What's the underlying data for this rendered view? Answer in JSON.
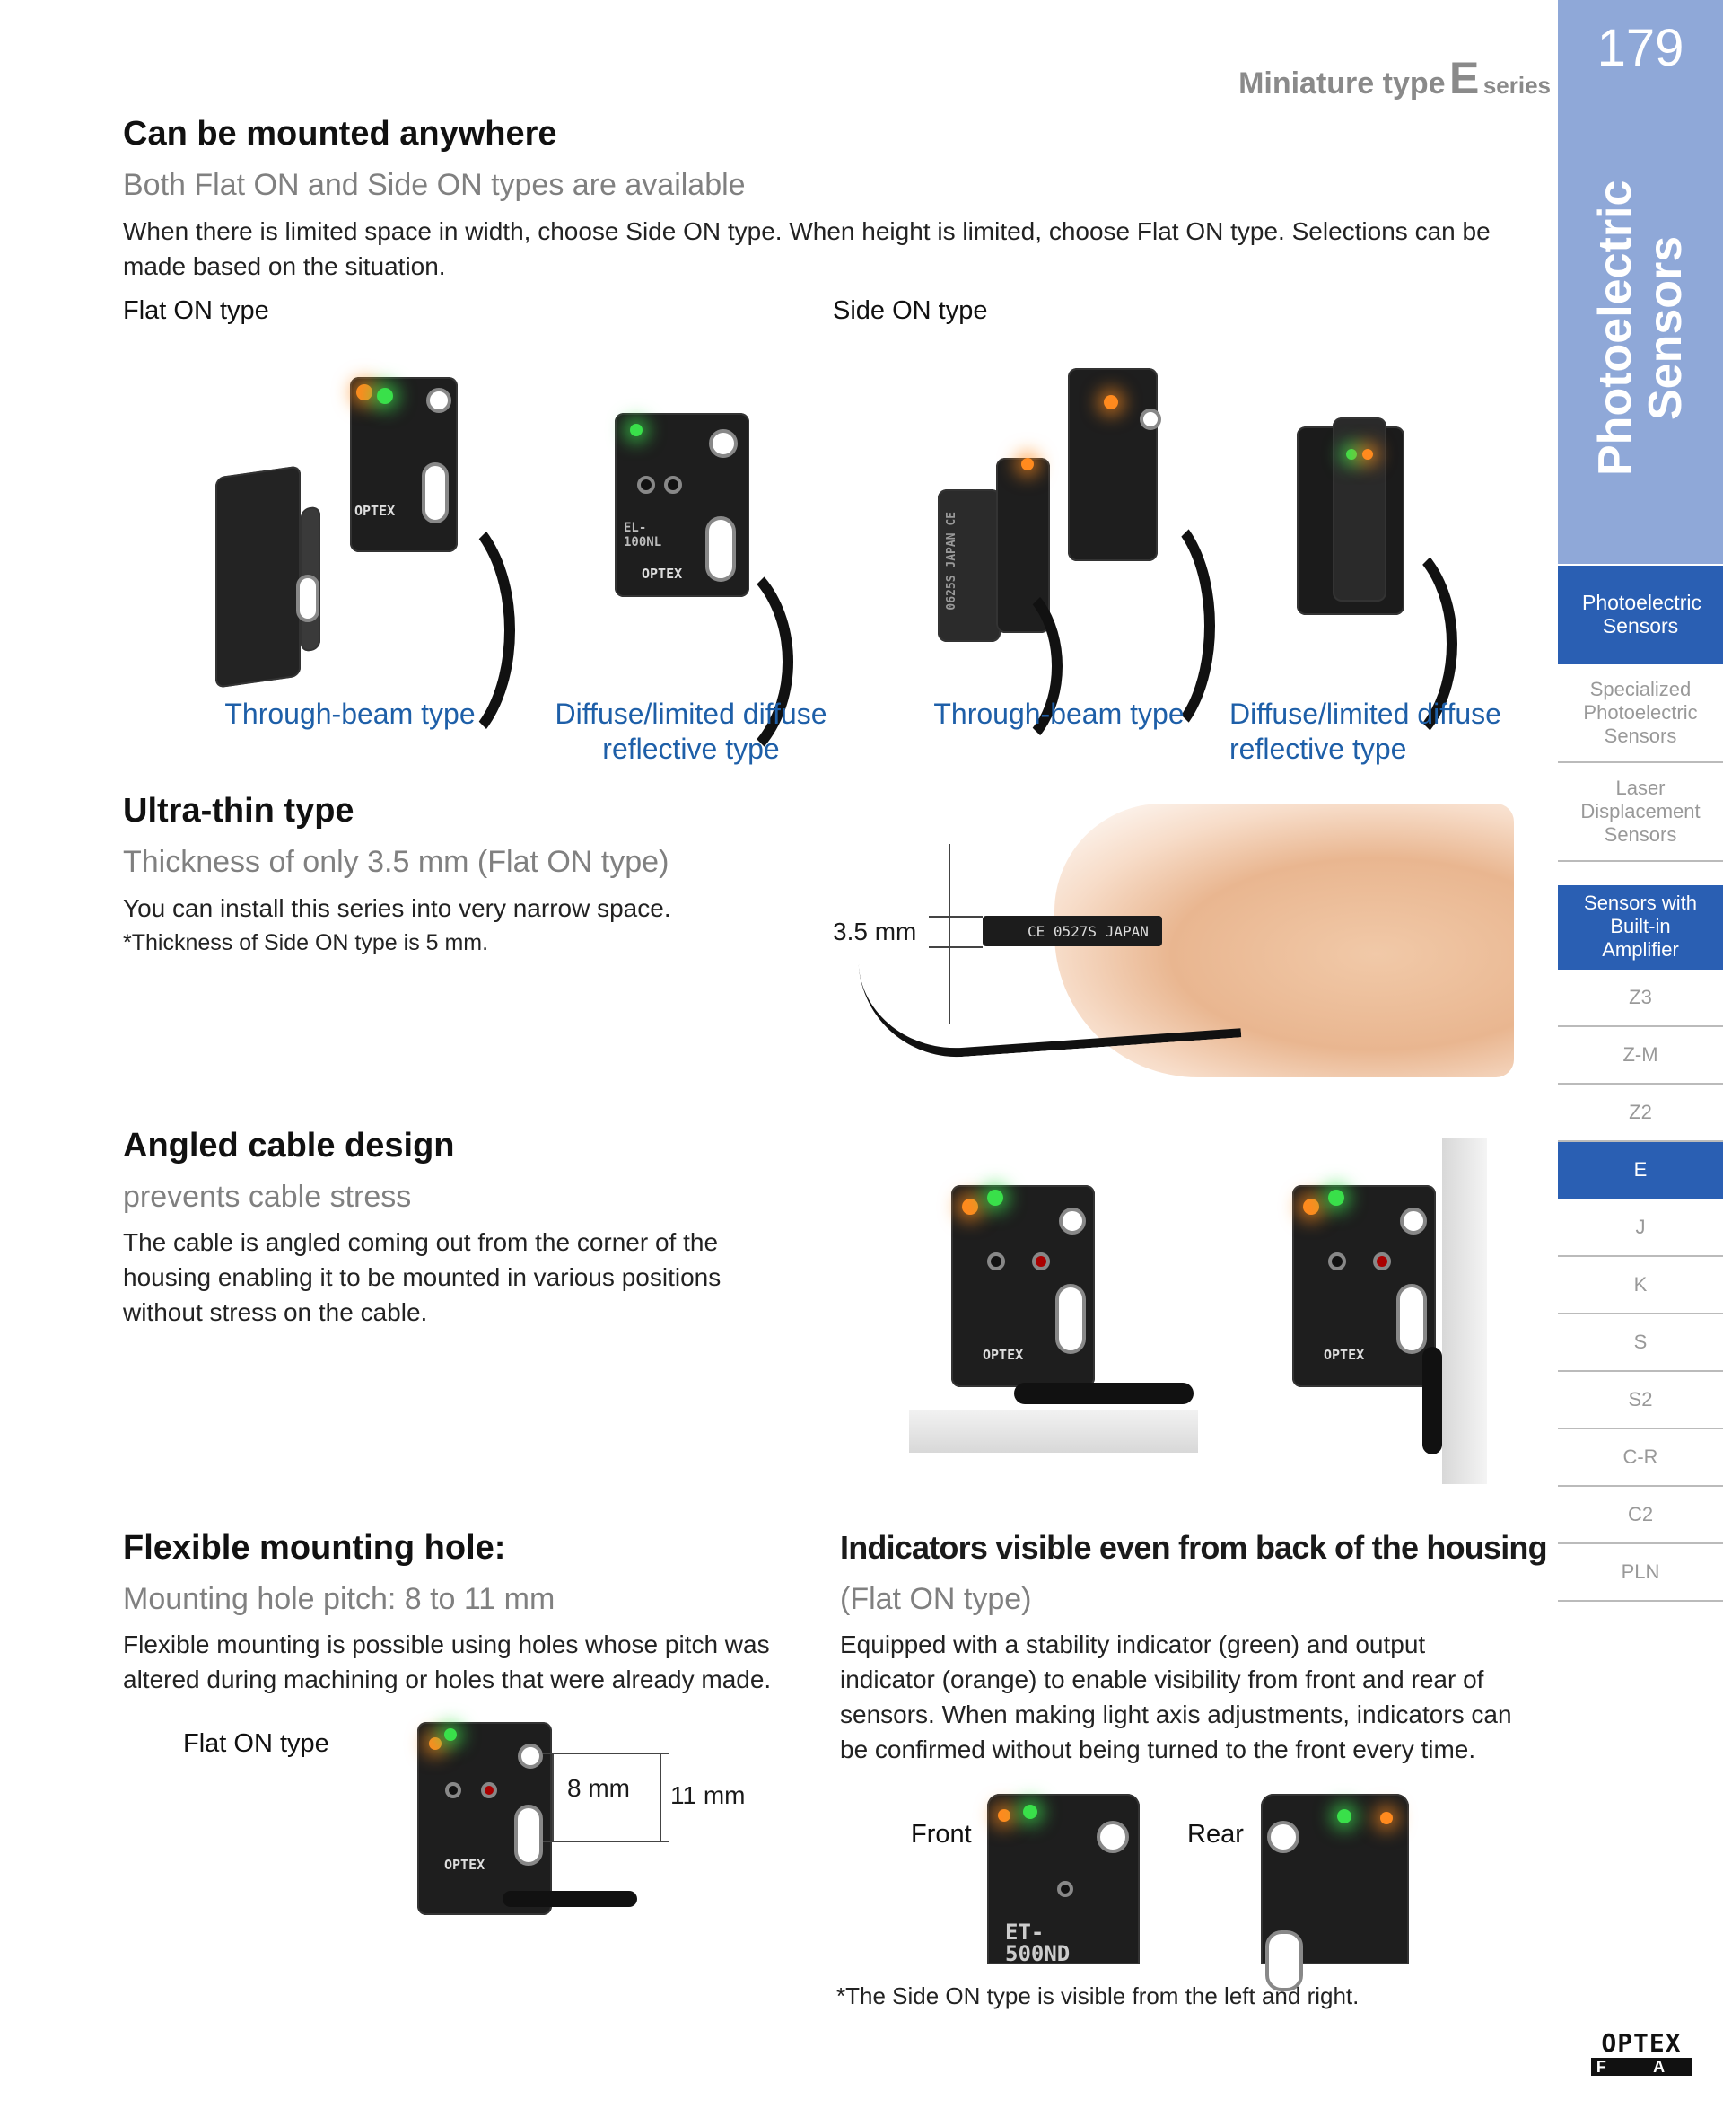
{
  "header": {
    "series_prefix": "Miniature type",
    "series_letter": "E",
    "series_suffix": "series"
  },
  "sidebar": {
    "page_number": "179",
    "vertical_title_line1": "Photoelectric",
    "vertical_title_line2": "Sensors",
    "items": [
      {
        "label": "Photoelectric Sensors",
        "active": true
      },
      {
        "label": "Specialized Photoelectric Sensors",
        "active": false
      },
      {
        "label": "Laser Displacement Sensors",
        "active": false
      },
      {
        "label": "Sensors with Built-in Amplifier",
        "active": true
      },
      {
        "label": "Z3",
        "active": false
      },
      {
        "label": "Z-M",
        "active": false
      },
      {
        "label": "Z2",
        "active": false
      },
      {
        "label": "E",
        "active": true
      },
      {
        "label": "J",
        "active": false
      },
      {
        "label": "K",
        "active": false
      },
      {
        "label": "S",
        "active": false
      },
      {
        "label": "S2",
        "active": false
      },
      {
        "label": "C-R",
        "active": false
      },
      {
        "label": "C2",
        "active": false
      },
      {
        "label": "PLN",
        "active": false
      }
    ]
  },
  "section1": {
    "title": "Can be mounted anywhere",
    "subtitle": "Both Flat ON and Side ON types are available",
    "body": "When there is limited space in width, choose Side ON type. When height is limited, choose Flat ON type. Selections can be made based on the situation.",
    "flat_label": "Flat ON type",
    "side_label": "Side ON type",
    "captions": [
      "Through-beam type",
      "Diffuse/limited diffuse reflective type",
      "Through-beam type",
      "Diffuse/limited diffuse reflective type"
    ]
  },
  "section2": {
    "title": "Ultra-thin type",
    "subtitle": "Thickness of only 3.5 mm (Flat ON type)",
    "body": "You can install this series into very narrow space.",
    "note": "*Thickness of Side ON type is 5 mm.",
    "dimension": "3.5 mm"
  },
  "section3": {
    "title": "Angled cable design",
    "subtitle": "prevents cable stress",
    "body": "The cable is angled coming out from the corner of the housing enabling it to be mounted in various positions without stress on the cable."
  },
  "section4": {
    "title": "Flexible mounting hole:",
    "subtitle": "Mounting hole pitch: 8 to 11 mm",
    "body": "Flexible mounting is possible using holes whose pitch was altered during machining or holes that were already made.",
    "type_label": "Flat ON type",
    "dim_8": "8 mm",
    "dim_11": "11 mm"
  },
  "section5": {
    "title": "Indicators visible even from back of the housing",
    "subtitle": "(Flat ON type)",
    "body": "Equipped with a stability indicator (green) and output indicator (orange) to enable visibility from front and rear of sensors. When making light axis adjustments, indicators can be confirmed without being turned to the front every time.",
    "front_label": "Front",
    "rear_label": "Rear",
    "note": "*The Side ON type is visible from the left and right."
  },
  "footer": {
    "logo_text": "OPTEX",
    "logo_sub": "F A"
  }
}
